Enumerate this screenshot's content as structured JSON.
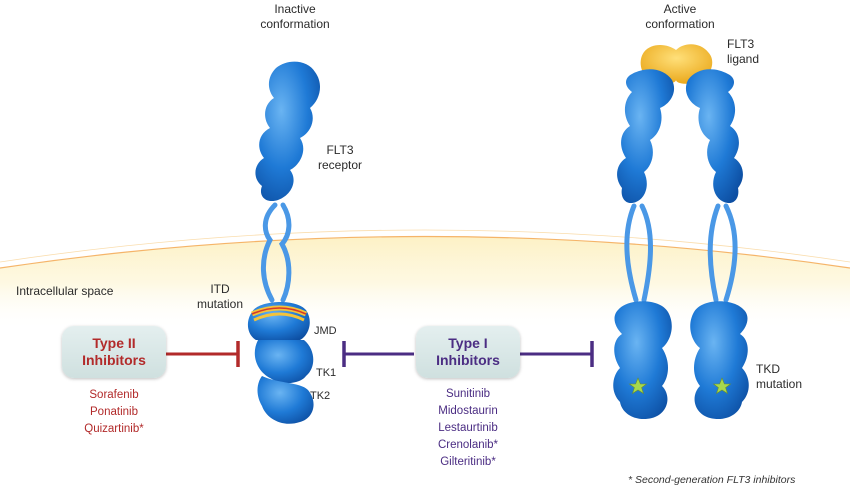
{
  "labels": {
    "inactive_line1": "Inactive",
    "inactive_line2": "conformation",
    "active_line1": "Active",
    "active_line2": "conformation",
    "ligand_line1": "FLT3",
    "ligand_line2": "ligand",
    "receptor_line1": "FLT3",
    "receptor_line2": "receptor",
    "intracellular": "Intracellular space",
    "itd_line1": "ITD",
    "itd_line2": "mutation",
    "jmd": "JMD",
    "tk1": "TK1",
    "tk2": "TK2",
    "tkd_line1": "TKD",
    "tkd_line2": "mutation"
  },
  "type2": {
    "line1": "Type II",
    "line2": "Inhibitors",
    "drugs": [
      "Sorafenib",
      "Ponatinib",
      "Quizartinib*"
    ]
  },
  "type1": {
    "line1": "Type I",
    "line2": "Inhibitors",
    "drugs": [
      "Sunitinib",
      "Midostaurin",
      "Lestaurtinib",
      "Crenolanib*",
      "Gilteritinib*"
    ]
  },
  "footnote": "* Second-generation FLT3 inhibitors",
  "colors": {
    "type2": "#b22a2a",
    "type1": "#4b2d83",
    "receptor": "#1a73d1",
    "receptor_light": "#5aa8ee",
    "ligand": "#f0b429",
    "membrane": "#fbf4c4",
    "star": "#a6d94e"
  }
}
